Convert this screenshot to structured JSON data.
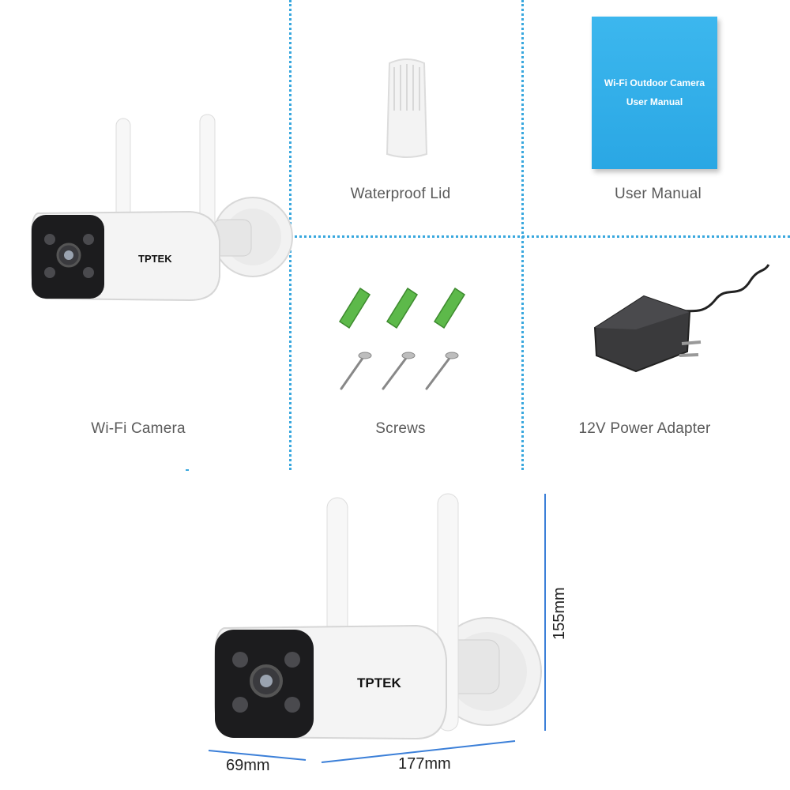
{
  "items": {
    "camera": {
      "caption": "Wi-Fi Camera"
    },
    "lid": {
      "caption": "Waterproof Lid"
    },
    "manual": {
      "caption": "User Manual",
      "cover_line1": "Wi-Fi Outdoor Camera",
      "cover_line2": "User Manual"
    },
    "screws": {
      "caption": "Screws"
    },
    "adapter": {
      "caption": "12V Power Adapter"
    }
  },
  "brand": {
    "logo_text": "TPTEK"
  },
  "dimensions": {
    "depth": "69mm",
    "length": "177mm",
    "height": "155mm"
  },
  "colors": {
    "divider": "#38a7de",
    "manual_cover": "#2ea9e6",
    "anchor_green": "#5db94a"
  }
}
